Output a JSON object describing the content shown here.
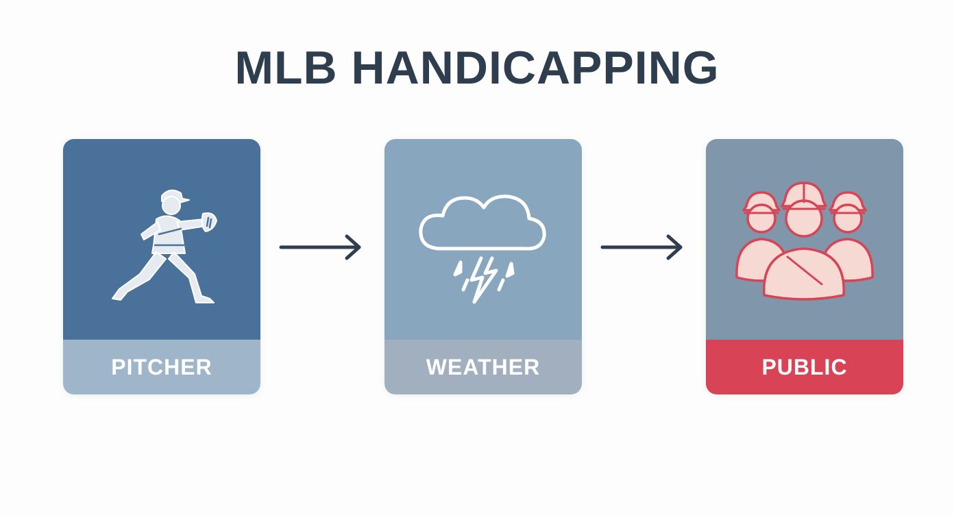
{
  "title": "MLB HANDICAPPING",
  "colors": {
    "title": "#2f3e4f",
    "arrow": "#2f3e4f",
    "pitcher_top": "#4a7199",
    "pitcher_bottom": "#9fb6ca",
    "weather_top": "#88a7bf",
    "weather_bottom": "#a1afbf",
    "public_top": "#7f96ab",
    "public_bottom": "#d84455"
  },
  "steps": [
    {
      "label": "PITCHER",
      "icon": "baseball-pitcher-icon"
    },
    {
      "label": "WEATHER",
      "icon": "storm-cloud-icon"
    },
    {
      "label": "PUBLIC",
      "icon": "crowd-icon"
    }
  ]
}
